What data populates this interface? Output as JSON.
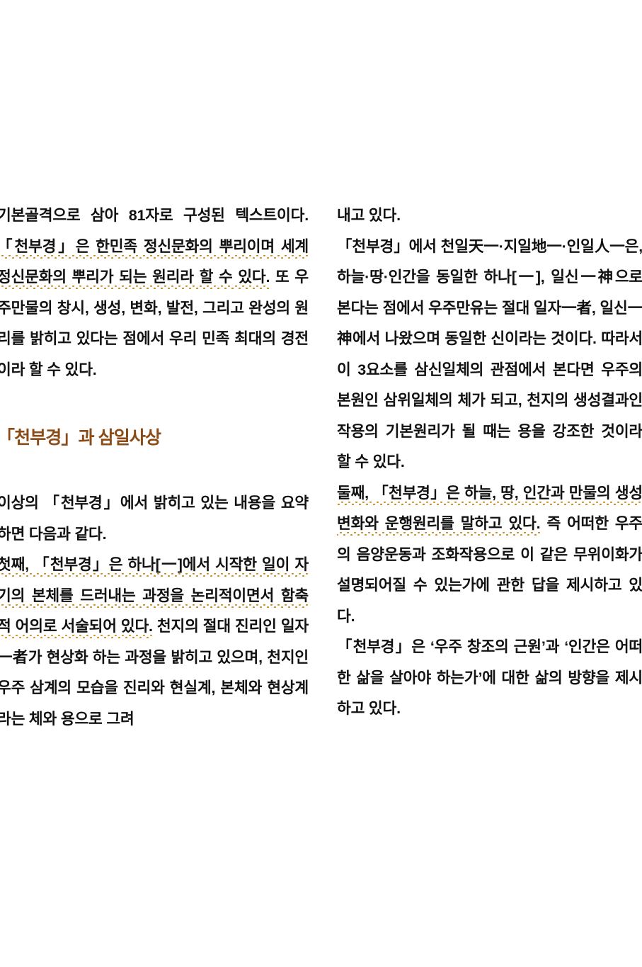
{
  "document": {
    "language": "ko",
    "text_color": "#111111",
    "heading_color": "#8a4b17",
    "underline_color": "#c8922a",
    "background_color": "#ffffff"
  },
  "left_column": {
    "paragraph_1": "기본골격으로 삼아 81자로 구성된 텍스트이다. 「천부경」은 한민족 정신문화의 뿌리이며 세계 정신문화의 뿌리가 되는 원리라 할 수 있다. 또 우주만물의 창시, 생성, 변화, 발전, 그리고 완성의 원리를 밝히고 있다는 점에서 우리 민족 최대의 경전이라 할 수 있다.",
    "heading": "「천부경」과 삼일사상",
    "paragraph_2": "이상의 「천부경」에서 밝히고 있는 내용을 요약하면 다음과 같다.",
    "paragraph_3": "첫째, 「천부경」은 하나[一]에서 시작한 일이 자기의 본체를 드러내는 과정을 논리적이면서 함축적 어의로 서술되어 있다. 천지의 절대 진리인 일자一者가 현상화 하는 과정을 밝히고 있으며, 천지인 우주 삼계의 모습을 진리와 현실계, 본체와 현상계라는 체와 용으로 그려"
  },
  "right_column": {
    "paragraph_1": "내고 있다.",
    "paragraph_2": "「천부경」에서 천일天一·지일地一·인일人一은, 하늘·땅·인간을 동일한 하나[一], 일신一神으로 본다는 점에서 우주만유는 절대 일자一者, 일신一神에서 나왔으며 동일한 신이라는 것이다. 따라서 이 3요소를 삼신일체의 관점에서 본다면 우주의 본원인 삼위일체의 체가 되고, 천지의 생성결과인 작용의 기본원리가 될 때는 용을 강조한 것이라 할 수 있다.",
    "paragraph_3": "둘째, 「천부경」은 하늘, 땅, 인간과 만물의 생성 변화와 운행원리를 말하고 있다. 즉 어떠한 우주의 음양운동과 조화작용으로 이 같은 무위이화가 설명되어질 수 있는가에 관한 답을 제시하고 있다.",
    "paragraph_4": "「천부경」은 ‘우주 창조의 근원’과 ‘인간은 어떠한 삶을 살아야 하는가’에 대한 삶의 방향을 제시하고 있다."
  },
  "emphasis": {
    "left_underline_1": "「천부경」은 한민족 정신문화의 뿌리이며 세계 정신문화의 뿌리가 되는 원리라 할 수 있다.",
    "left_underline_2": "첫째, 「천부경」은 하나[一]에서 시작한 일이 자기의 본체를 드러내는 과정을 논리적이면서 함축적 어의로 서술되어 있다.",
    "right_underline_1": "둘째, 「천부경」은 하늘, 땅, 인간과 만물의 생성 변화와 운행원리를 말하고 있다."
  }
}
